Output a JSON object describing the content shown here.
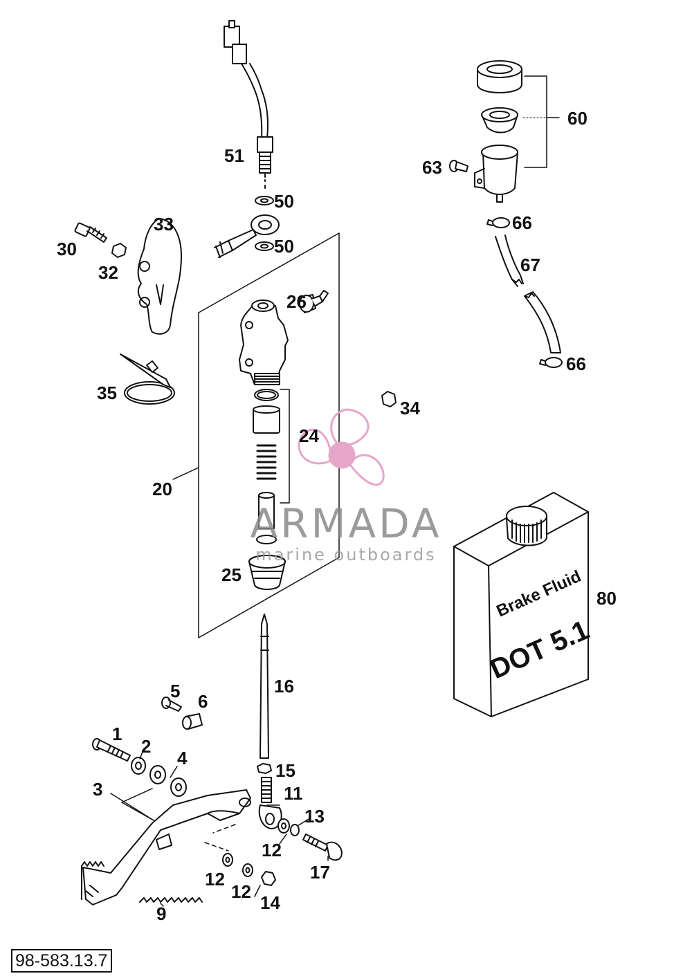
{
  "diagram": {
    "callouts": {
      "c51": "51",
      "c50a": "50",
      "c50b": "50",
      "c33": "33",
      "c30": "30",
      "c32": "32",
      "c26": "26",
      "c35": "35",
      "c24": "24",
      "c20": "20",
      "c25": "25",
      "c34": "34",
      "c60": "60",
      "c63": "63",
      "c66a": "66",
      "c67": "67",
      "c66b": "66",
      "c80": "80",
      "c16": "16",
      "c5": "5",
      "c6": "6",
      "c1": "1",
      "c2": "2",
      "c4": "4",
      "c3": "3",
      "c15": "15",
      "c11": "11",
      "c13": "13",
      "c12a": "12",
      "c17": "17",
      "c12b": "12",
      "c12c": "12",
      "c14": "14",
      "c9": "9"
    },
    "can_label_line1": "Brake Fluid",
    "can_label_line2": "DOT 5.1",
    "reference_number": "98-583.13.7"
  },
  "watermark": {
    "name": "ARMADA",
    "tagline": "marine outboards",
    "logo_color": "#e6a6c9",
    "text_color": "#8a8a8a"
  },
  "colors": {
    "line": "#111111",
    "background": "#ffffff"
  }
}
